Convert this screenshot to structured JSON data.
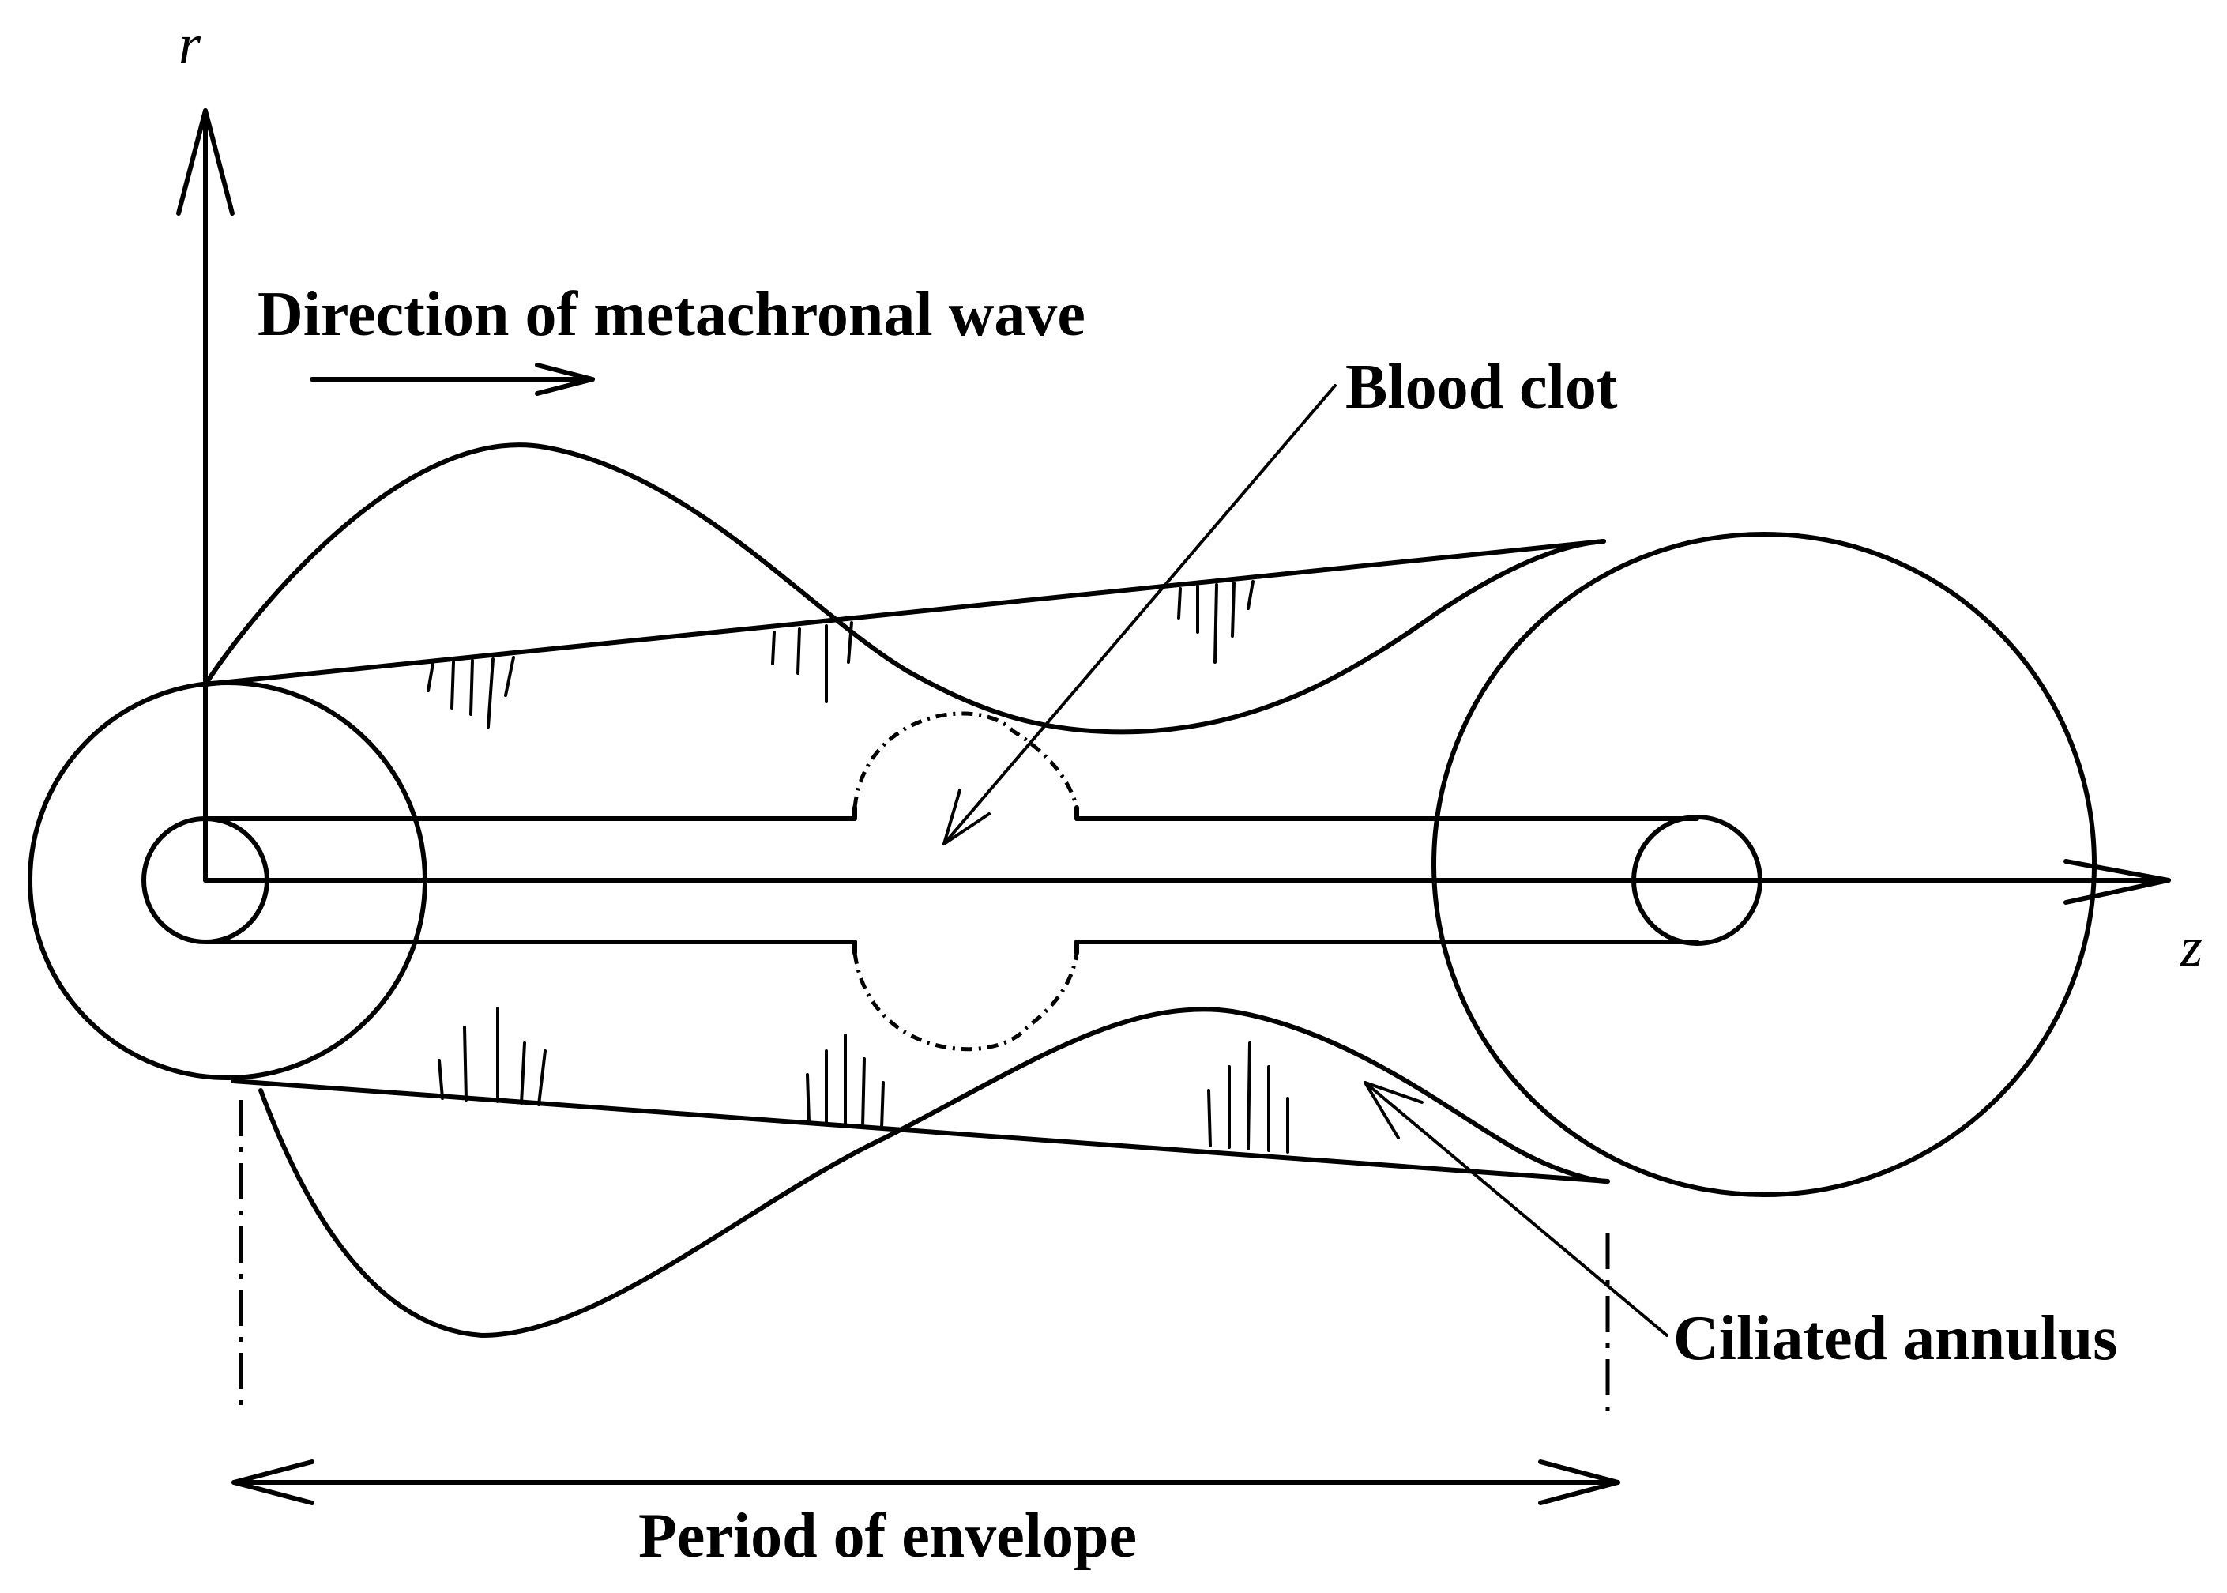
{
  "labels": {
    "r_axis": "r",
    "z_axis": "z",
    "wave_direction": "Direction of metachronal wave",
    "blood_clot": "Blood clot",
    "ciliated_annulus": "Ciliated annulus",
    "period": "Period of envelope"
  }
}
